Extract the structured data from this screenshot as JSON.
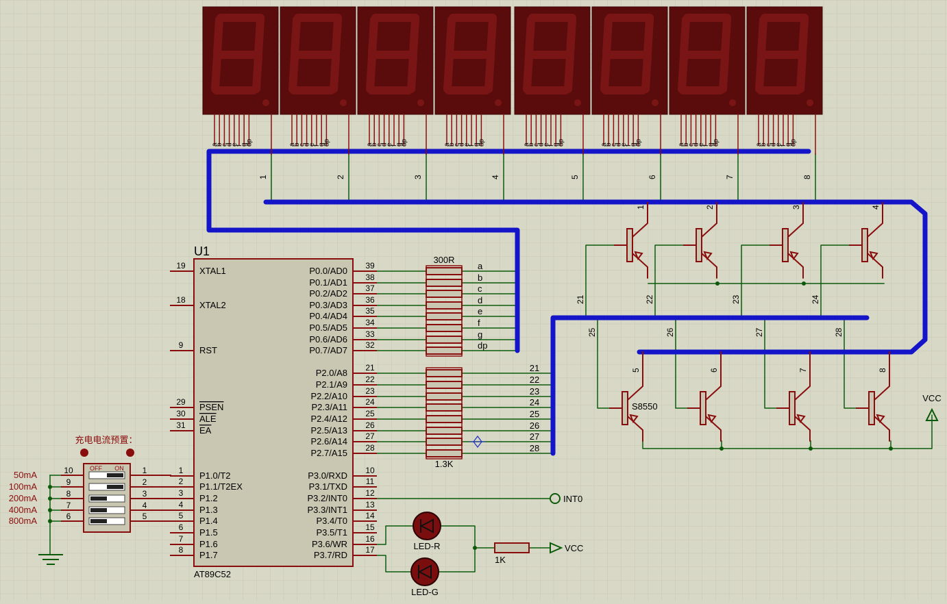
{
  "colors": {
    "background": "#d8d8c6",
    "grid": "#c9c9b6",
    "bus": "#1414c8",
    "wire": "#0a5a0a",
    "pin": "#8a0d0d",
    "segment_body": "#5a0c0c",
    "segment_off": "#7a1515",
    "chip_fill": "#c9c6b1",
    "text": "#000000"
  },
  "mcu": {
    "ref": "U1",
    "part": "AT89C52",
    "left_pins": [
      {
        "num": "19",
        "name": "XTAL1"
      },
      {
        "num": "18",
        "name": "XTAL2"
      },
      {
        "num": "9",
        "name": "RST"
      },
      {
        "num": "29",
        "name": "PSEN"
      },
      {
        "num": "30",
        "name": "ALE"
      },
      {
        "num": "31",
        "name": "EA"
      },
      {
        "num": "1",
        "name": "P1.0/T2"
      },
      {
        "num": "2",
        "name": "P1.1/T2EX"
      },
      {
        "num": "3",
        "name": "P1.2"
      },
      {
        "num": "4",
        "name": "P1.3"
      },
      {
        "num": "5",
        "name": "P1.4"
      },
      {
        "num": "6",
        "name": "P1.5"
      },
      {
        "num": "7",
        "name": "P1.6"
      },
      {
        "num": "8",
        "name": "P1.7"
      }
    ],
    "right_pins": [
      {
        "num": "39",
        "name": "P0.0/AD0"
      },
      {
        "num": "38",
        "name": "P0.1/AD1"
      },
      {
        "num": "37",
        "name": "P0.2/AD2"
      },
      {
        "num": "36",
        "name": "P0.3/AD3"
      },
      {
        "num": "35",
        "name": "P0.4/AD4"
      },
      {
        "num": "34",
        "name": "P0.5/AD5"
      },
      {
        "num": "33",
        "name": "P0.6/AD6"
      },
      {
        "num": "32",
        "name": "P0.7/AD7"
      },
      {
        "num": "21",
        "name": "P2.0/A8"
      },
      {
        "num": "22",
        "name": "P2.1/A9"
      },
      {
        "num": "23",
        "name": "P2.2/A10"
      },
      {
        "num": "24",
        "name": "P2.3/A11"
      },
      {
        "num": "25",
        "name": "P2.4/A12"
      },
      {
        "num": "26",
        "name": "P2.5/A13"
      },
      {
        "num": "27",
        "name": "P2.6/A14"
      },
      {
        "num": "28",
        "name": "P2.7/A15"
      },
      {
        "num": "10",
        "name": "P3.0/RXD"
      },
      {
        "num": "11",
        "name": "P3.1/TXD"
      },
      {
        "num": "12",
        "name": "P3.2/INT0"
      },
      {
        "num": "13",
        "name": "P3.3/INT1"
      },
      {
        "num": "14",
        "name": "P3.4/T0"
      },
      {
        "num": "15",
        "name": "P3.5/T1"
      },
      {
        "num": "16",
        "name": "P3.6/WR"
      },
      {
        "num": "17",
        "name": "P3.7/RD"
      }
    ]
  },
  "resistor_network_top": {
    "label": "300R",
    "net_labels": [
      "a",
      "b",
      "c",
      "d",
      "e",
      "f",
      "g",
      "dp"
    ]
  },
  "resistor_network_bottom": {
    "label": "1.3K",
    "net_labels": [
      "21",
      "22",
      "23",
      "24",
      "25",
      "26",
      "27",
      "28"
    ]
  },
  "displays": {
    "count": 8,
    "segment_pin_labels": [
      "a",
      "b",
      "c",
      "d",
      "e",
      "f",
      "g",
      "dp"
    ],
    "common_net_labels": [
      "1",
      "2",
      "3",
      "4",
      "5",
      "6",
      "7",
      "8"
    ]
  },
  "transistors": {
    "part": "S8550",
    "top_row": {
      "emitter_labels": [
        "1",
        "2",
        "3",
        "4"
      ],
      "base_labels": [
        "21",
        "22",
        "23",
        "24"
      ]
    },
    "bottom_row": {
      "emitter_labels": [
        "5",
        "6",
        "7",
        "8"
      ],
      "base_labels": [
        "25",
        "26",
        "27",
        "28"
      ]
    },
    "supply_label": "VCC"
  },
  "dip_switch": {
    "title": "充电电流预置：",
    "off_label": "OFF",
    "on_label": "ON",
    "left_pins": [
      "10",
      "9",
      "8",
      "7",
      "6"
    ],
    "right_pins": [
      "1",
      "2",
      "3",
      "4",
      "5"
    ],
    "current_labels": [
      "50mA",
      "100mA",
      "200mA",
      "400mA",
      "800mA"
    ],
    "positions_on": [
      true,
      true,
      false,
      false,
      false
    ]
  },
  "int0_terminal": "INT0",
  "leds": {
    "red": "LED-R",
    "green": "LED-G",
    "resistor": "1K",
    "supply": "VCC"
  }
}
